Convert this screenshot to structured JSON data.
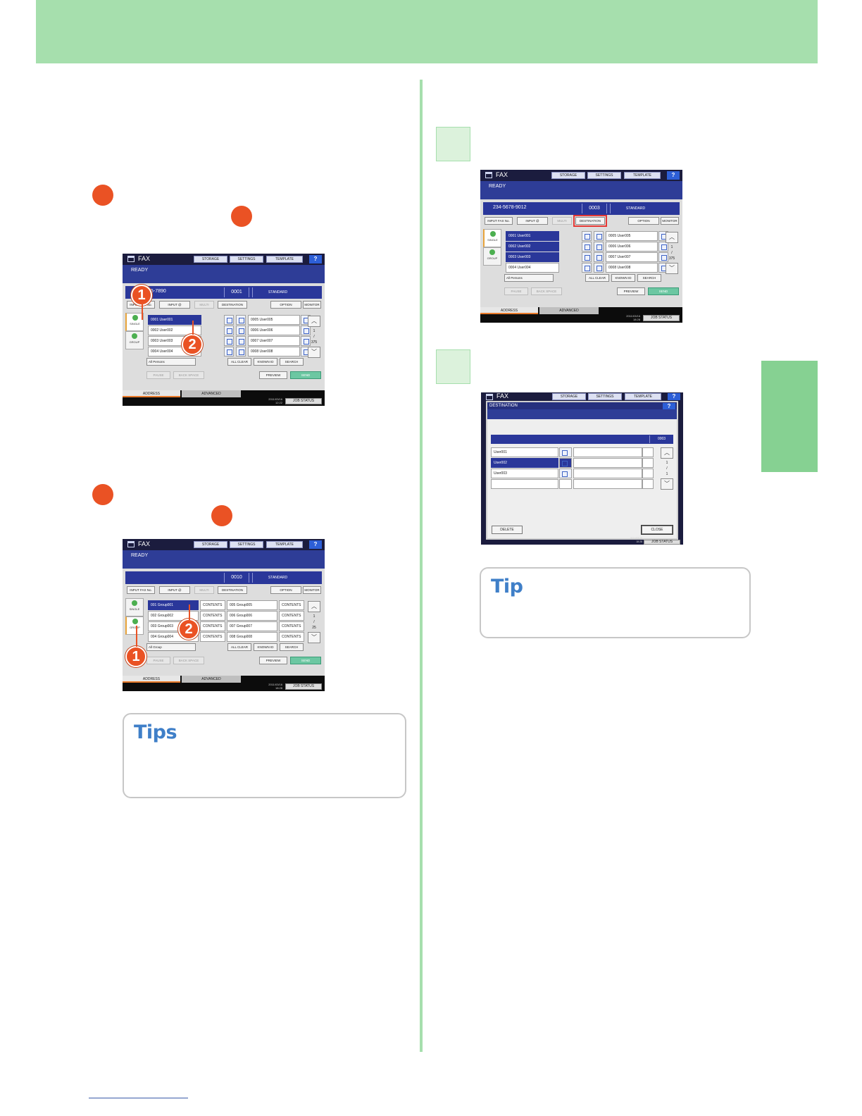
{
  "colors": {
    "header": "#a6dfad",
    "accent": "#ea5224",
    "screen_blue": "#2a379a",
    "tip_title": "#3f7fc8"
  },
  "icons": [
    "fax-icon",
    "help-icon",
    "single-person-icon",
    "group-icon",
    "fax-number-icon",
    "scroll-up-icon",
    "scroll-down-icon"
  ],
  "markers": {
    "one": "1",
    "two": "2"
  },
  "screen1": {
    "fax": "FAX",
    "storage": "STORAGE",
    "settings": "SETTINGS",
    "template": "TEMPLATE",
    "help": "?",
    "ready": "READY",
    "number": "5-7890",
    "count": "0001",
    "standard": "STANDARD",
    "input_fax": "INPUT FAX No.",
    "input_at": "INPUT @",
    "multi": "MULTI",
    "destination": "DESTINATION",
    "option": "OPTION",
    "monitor": "MONITOR",
    "single": "SINGLE",
    "group": "GROUP",
    "rows": [
      {
        "left": "0001  User001",
        "right": "0005  User005"
      },
      {
        "left": "0002  User002",
        "right": "0006  User006"
      },
      {
        "left": "0003  User003",
        "right": "0007  User007"
      },
      {
        "left": "0004  User004",
        "right": "0008  User008"
      }
    ],
    "page": "1",
    "pages": "375",
    "filter": "All Persons",
    "all_clear": "ALL CLEAR",
    "known_id": "KNOWN ID",
    "search": "SEARCH",
    "pause": "PAUSE",
    "back_space": "BACK SPACE",
    "preview": "PREVIEW",
    "send": "SEND",
    "tab_address": "ADDRESS",
    "tab_advanced": "ADVANCED",
    "time": "2011/03/16\n12:22",
    "job_status": "JOB STATUS"
  },
  "screen2": {
    "fax": "FAX",
    "storage": "STORAGE",
    "settings": "SETTINGS",
    "template": "TEMPLATE",
    "help": "?",
    "ready": "READY",
    "count": "0010",
    "standard": "STANDARD",
    "input_fax": "INPUT FAX No.",
    "input_at": "INPUT @",
    "multi": "MULTI",
    "destination": "DESTINATION",
    "option": "OPTION",
    "monitor": "MONITOR",
    "single": "SINGLE",
    "group": "GROUP",
    "rows": [
      {
        "left": "001  Group001",
        "lc": "CONTENTS",
        "right": "005  Group005",
        "rc": "CONTENTS"
      },
      {
        "left": "002  Group002",
        "lc": "CONTENTS",
        "right": "006  Group006",
        "rc": "CONTENTS"
      },
      {
        "left": "003  Group003",
        "lc": "CONTENTS",
        "right": "007  Group007",
        "rc": "CONTENTS"
      },
      {
        "left": "004  Group004",
        "lc": "CONTENTS",
        "right": "008  Group008",
        "rc": "CONTENTS"
      }
    ],
    "page": "1",
    "pages": "25",
    "filter": "All Group",
    "all_clear": "ALL CLEAR",
    "known_id": "KNOWN ID",
    "search": "SEARCH",
    "pause": "PAUSE",
    "back_space": "BACK SPACE",
    "preview": "PREVIEW",
    "send": "SEND",
    "tab_address": "ADDRESS",
    "tab_advanced": "ADVANCED",
    "time": "2011/03/16\n18:28",
    "job_status": "JOB STATUS"
  },
  "screen3": {
    "fax": "FAX",
    "storage": "STORAGE",
    "settings": "SETTINGS",
    "template": "TEMPLATE",
    "help": "?",
    "ready": "READY",
    "number": "234-5678-9012",
    "count": "0003",
    "standard": "STANDARD",
    "input_fax": "INPUT FAX No.",
    "input_at": "INPUT @",
    "multi": "MULTI",
    "destination": "DESTINATION",
    "option": "OPTION",
    "monitor": "MONITOR",
    "single": "SINGLE",
    "group": "GROUP",
    "rows": [
      {
        "left": "0001  User001",
        "right": "0005  User005"
      },
      {
        "left": "0002  User002",
        "right": "0006  User006"
      },
      {
        "left": "0003  User003",
        "right": "0007  User007"
      },
      {
        "left": "0004  User004",
        "right": "0008  User008"
      }
    ],
    "page": "1",
    "pages": "375",
    "filter": "All Persons",
    "all_clear": "ALL CLEAR",
    "known_id": "KNOWN ID",
    "search": "SEARCH",
    "pause": "PAUSE",
    "back_space": "BACK SPACE",
    "preview": "PREVIEW",
    "send": "SEND",
    "tab_address": "ADDRESS",
    "tab_advanced": "ADVANCED",
    "time": "2011/03/16\n18:28",
    "job_status": "JOB STATUS"
  },
  "screen4": {
    "fax": "FAX",
    "storage": "STORAGE",
    "settings": "SETTINGS",
    "template": "TEMPLATE",
    "help": "?",
    "dialog_title": "DESTINATION",
    "count": "0003",
    "rows": [
      "User001",
      "User002",
      "User003",
      ""
    ],
    "page": "1",
    "pages": "1",
    "delete": "DELETE",
    "close": "CLOSE",
    "job_status": "JOB STATUS",
    "time": "2011/03/16\n18:28"
  },
  "tips_left": {
    "title": "Tips"
  },
  "tip_right": {
    "title": "Tip"
  }
}
